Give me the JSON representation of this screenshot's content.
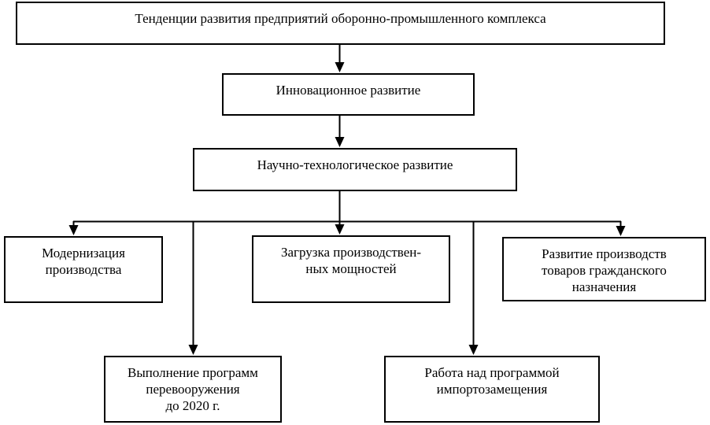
{
  "diagram": {
    "type": "flowchart",
    "background_color": "#ffffff",
    "box_border_color": "#000000",
    "connector_color": "#000000",
    "nodes": [
      {
        "id": "opk-trends",
        "label": "Тенденции развития предприятий оборонно-промышленного комплекса"
      },
      {
        "id": "innovative-development",
        "label": "Инновационное развитие"
      },
      {
        "id": "sci-tech-development",
        "label": "Научно-технологическое развитие"
      },
      {
        "id": "modernization",
        "label": "Модернизация\nпроизводства"
      },
      {
        "id": "capacity-utilization",
        "label": "Загрузка производствен-\nных мощностей"
      },
      {
        "id": "civilian-goods",
        "label": "Развитие производств\nтоваров гражданского\nназначения"
      },
      {
        "id": "rearmament-programs",
        "label": "Выполнение программ\nперевооружения\nдо 2020 г."
      },
      {
        "id": "import-substitution",
        "label": "Работа над программой\nимпортозамещения"
      }
    ],
    "edges": [
      {
        "from": "opk-trends",
        "to": "innovative-development"
      },
      {
        "from": "innovative-development",
        "to": "sci-tech-development"
      },
      {
        "from": "sci-tech-development",
        "to": "modernization"
      },
      {
        "from": "sci-tech-development",
        "to": "capacity-utilization"
      },
      {
        "from": "sci-tech-development",
        "to": "civilian-goods"
      },
      {
        "from": "sci-tech-development",
        "to": "rearmament-programs"
      },
      {
        "from": "sci-tech-development",
        "to": "import-substitution"
      }
    ]
  }
}
